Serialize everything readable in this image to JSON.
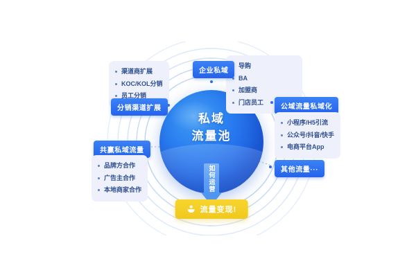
{
  "diagram": {
    "center": {
      "line1": "私域",
      "line2": "流量池",
      "arrow_label": "如何运营"
    },
    "nodes": {
      "enterprise_private": {
        "label": "企业私域",
        "items": [
          "导购",
          "BA",
          "加盟商",
          "门店员工"
        ]
      },
      "distribution_channel": {
        "label": "分销渠道扩展",
        "items": [
          "渠道商扩展",
          "KOC/KOL分销",
          "员工分销"
        ]
      },
      "win_win_traffic": {
        "label": "共赢私域流量",
        "items": [
          "品牌方合作",
          "广告主合作",
          "本地商家合作"
        ]
      },
      "public_to_private": {
        "label": "公域流量私域化",
        "items": [
          "小程序/H5引流",
          "公众号/抖音/快手",
          "电商平台App"
        ]
      },
      "other_traffic": {
        "label": "其他流量···",
        "items": []
      }
    },
    "monetize": {
      "label": "流量变现!",
      "icon": "coin-hand-icon"
    },
    "colors": {
      "pill_blue": "#2563eb",
      "sphere_blue": "#1f63e8",
      "panel_bg": "#eef1fb",
      "monetize_yellow": "#f0c91f",
      "text_blue": "#2f4f8f"
    }
  }
}
